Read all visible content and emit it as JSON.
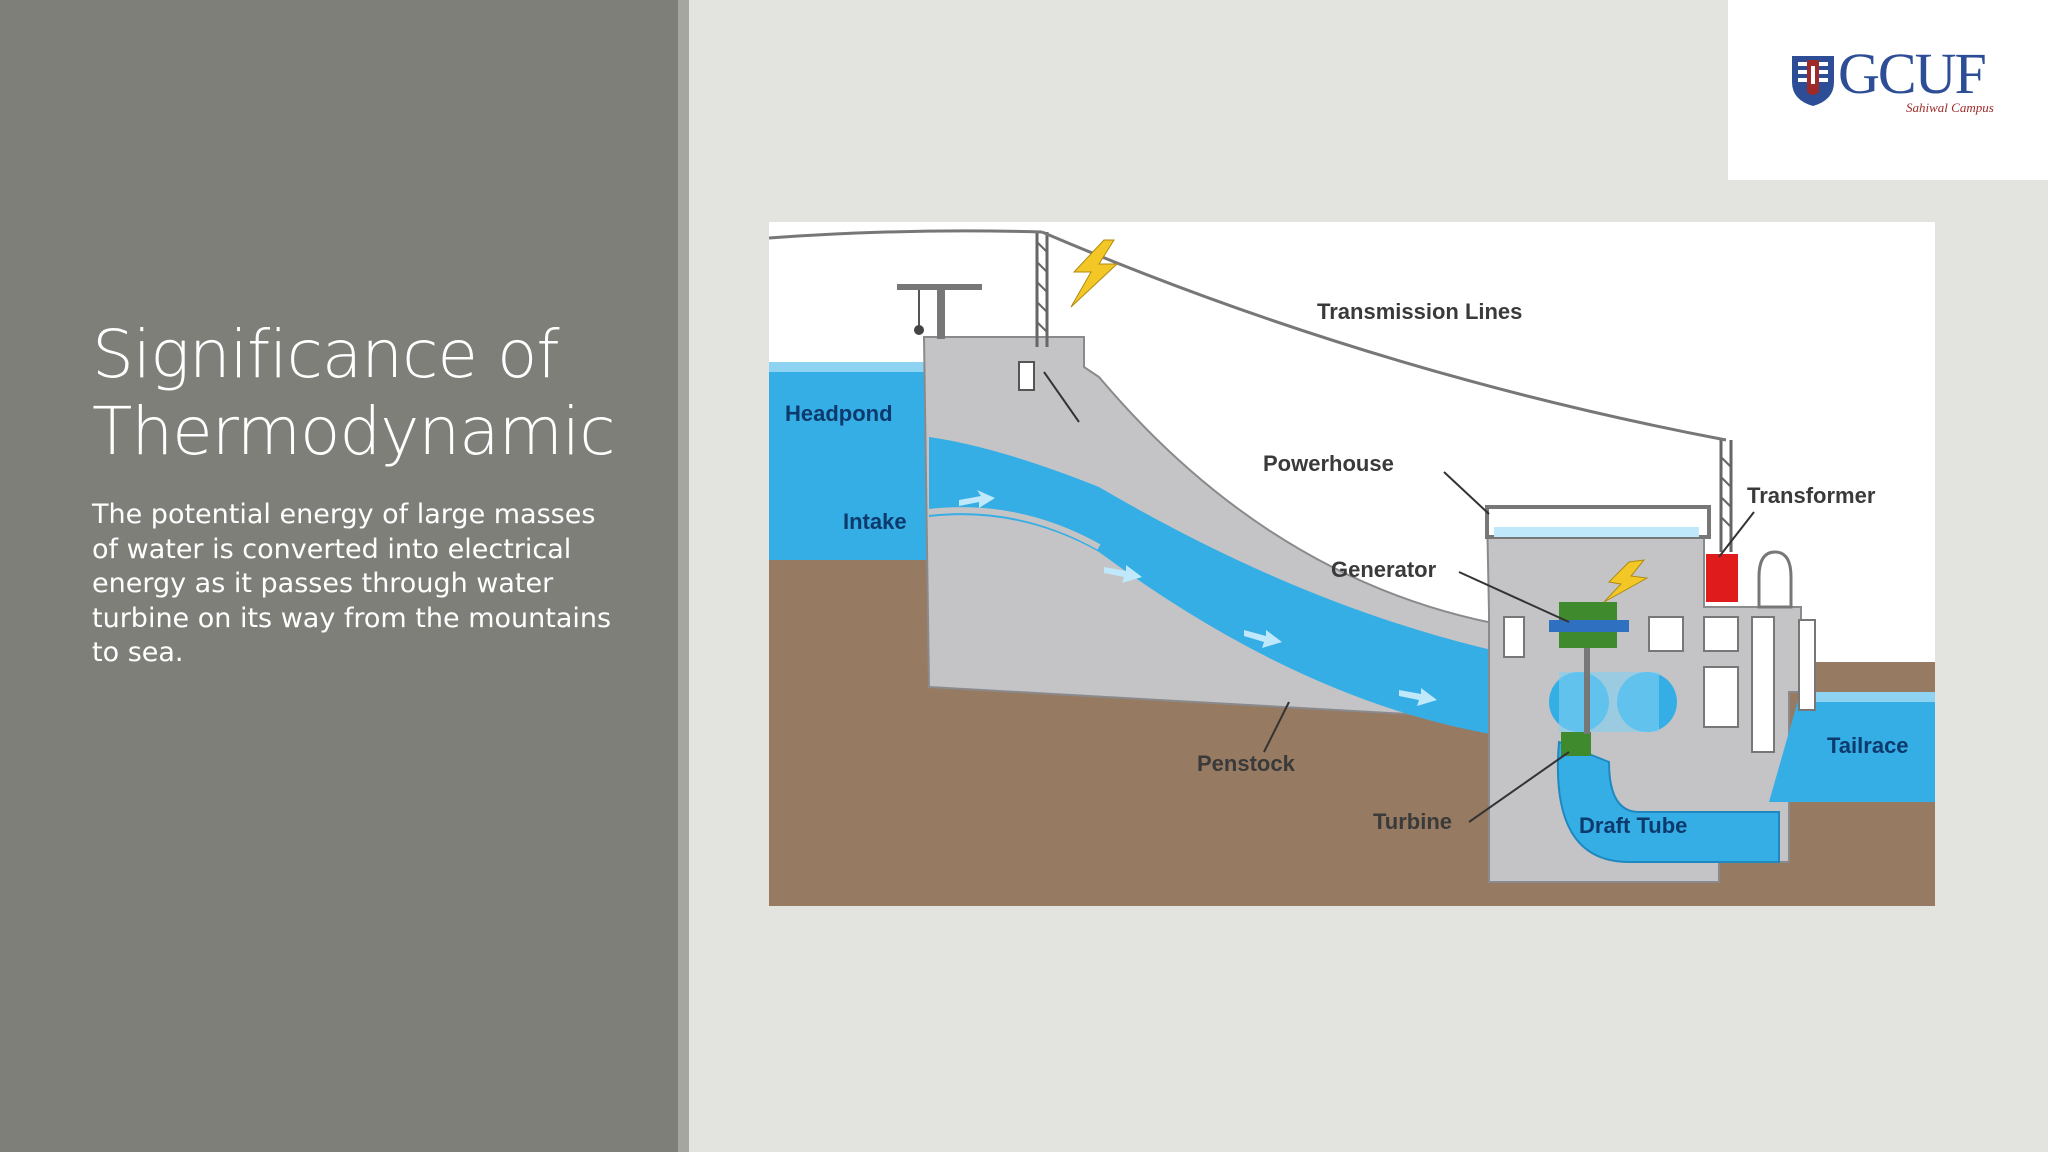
{
  "slide": {
    "title": "Significance of Thermodynamic",
    "body": "The potential energy of large masses of water is converted into electrical energy as it passes through water turbine on its way from the mountains to sea."
  },
  "logo": {
    "text": "GCUF",
    "subtext": "Sahiwal Campus"
  },
  "diagram": {
    "labels": {
      "transmission_lines": "Transmission Lines",
      "headpond": "Headpond",
      "intake": "Intake",
      "powerhouse": "Powerhouse",
      "transformer": "Transformer",
      "generator": "Generator",
      "penstock": "Penstock",
      "tailrace": "Tailrace",
      "turbine": "Turbine",
      "draft_tube": "Draft Tube"
    },
    "colors": {
      "water": "#35aee6",
      "ground": "#977a62",
      "concrete": "#c4c4c6",
      "transformer": "#e01b1b",
      "generator": "#3e8a2c"
    }
  }
}
